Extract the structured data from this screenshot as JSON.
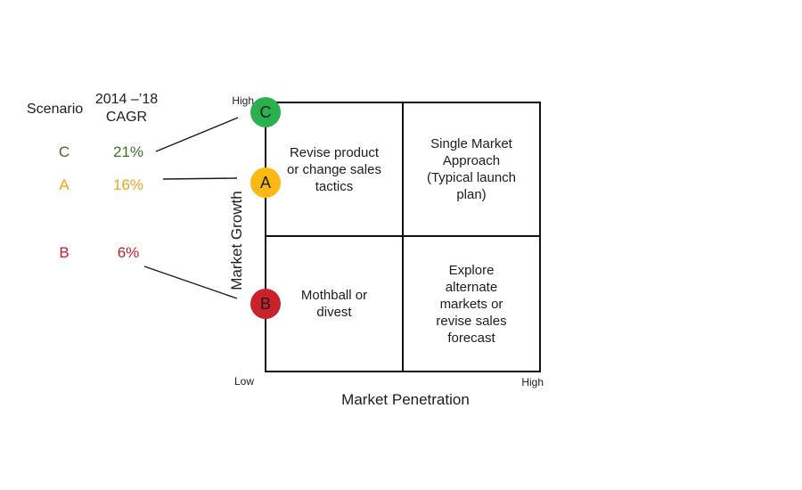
{
  "legend": {
    "scenario_label": "Scenario",
    "cagr_header": "2014 –’18\nCAGR",
    "rows": [
      {
        "id": "C",
        "cagr": "21%"
      },
      {
        "id": "A",
        "cagr": "16%"
      },
      {
        "id": "B",
        "cagr": "6%"
      }
    ]
  },
  "markers": [
    {
      "label": "C"
    },
    {
      "label": "A"
    },
    {
      "label": "B"
    }
  ],
  "colors": {
    "scenario_c_text": "#3f6e28",
    "scenario_a_text": "#f5a11d",
    "scenario_b_text": "#c11f30",
    "marker_c_fill": "#2bb050",
    "marker_a_fill": "#fcb813",
    "marker_b_fill": "#c9222b",
    "line_color": "#1a1a1a"
  },
  "matrix": {
    "y_axis_label": "Market Growth",
    "x_axis_label": "Market Penetration",
    "y_axis_high": "High",
    "y_axis_low": "Low",
    "x_axis_high": "High",
    "quadrants": {
      "top_left": "Revise product\nor change sales\ntactics",
      "top_right": "Single Market\nApproach\n(Typical launch\nplan)",
      "bottom_left": "Mothball or\ndivest",
      "bottom_right": "Explore\nalternate\nmarkets or\nrevise sales\nforecast"
    }
  }
}
